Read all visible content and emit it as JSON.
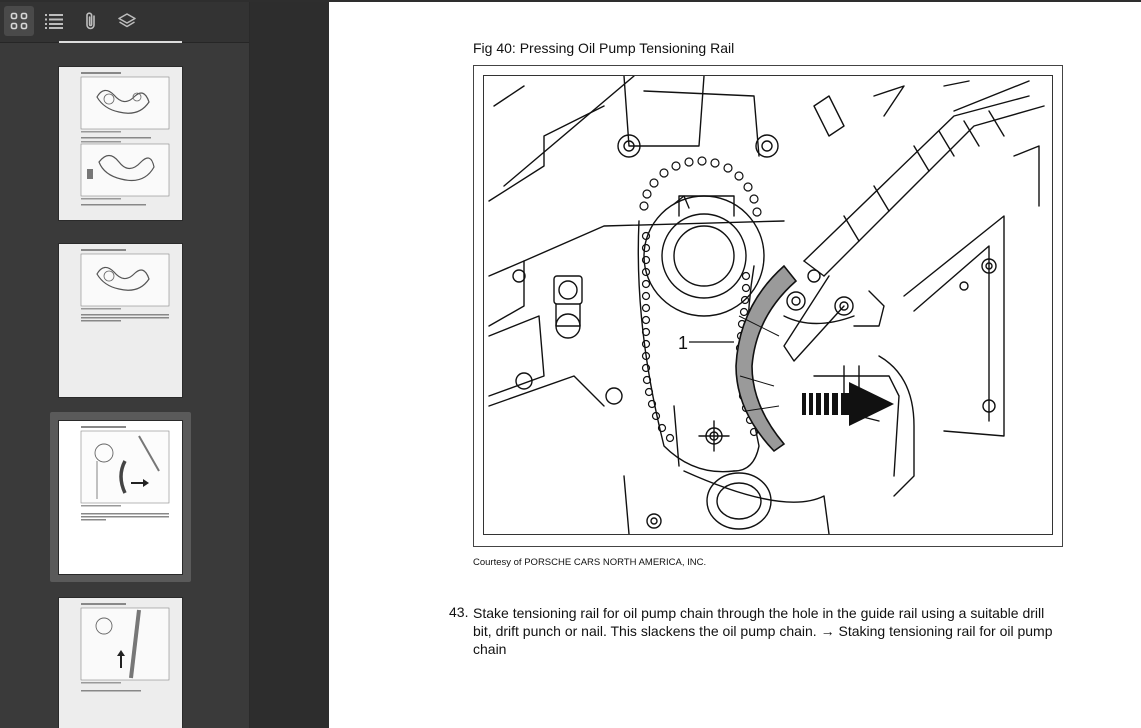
{
  "toolbar": {
    "thumbnails_icon": "grid-icon",
    "outline_icon": "list-icon",
    "attachments_icon": "paperclip-icon",
    "layers_icon": "layers-icon"
  },
  "thumbnails": {
    "selected_index": 2
  },
  "document": {
    "figure_title": "Fig 40: Pressing Oil Pump Tensioning Rail",
    "callout_label": "1",
    "courtesy": "Courtesy of PORSCHE CARS NORTH AMERICA, INC.",
    "step_number": "43.",
    "step_text": "Stake tensioning rail for oil pump chain through the hole in the guide rail using a suitable drill bit, drift punch or nail. This slackens the oil pump chain. → Staking tensioning rail for oil pump chain"
  },
  "colors": {
    "sidebar_bg": "#3a3a3a",
    "toolbar_bg": "#333333",
    "gutter_bg": "#2d2d2d",
    "page_bg": "#ffffff",
    "rail_fill": "#9a9a9a"
  }
}
